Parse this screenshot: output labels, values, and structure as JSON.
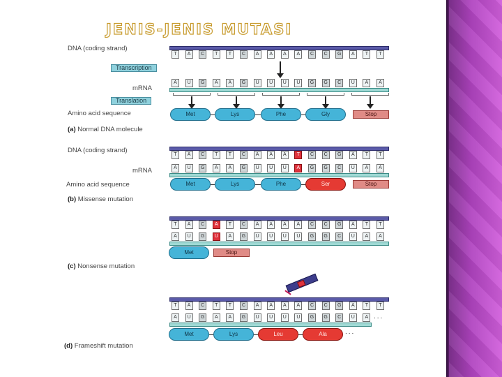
{
  "slide": {
    "title": "JENIS-JENIS MUTASI",
    "accent_panel_color": "#b044c0",
    "title_outline_color": "#c79a2b"
  },
  "diagram": {
    "panel_a": {
      "dna_label": "DNA (coding strand)",
      "transcription_label": "Transcription",
      "mrna_label": "mRNA",
      "translation_label": "Translation",
      "amino_label": "Amino acid sequence",
      "caption_letter": "(a)",
      "caption_text": "Normal DNA molecule",
      "dna_bases": [
        "T",
        "A",
        "C",
        "T",
        "T",
        "C",
        "A",
        "A",
        "A",
        "A",
        "C",
        "C",
        "G",
        "A",
        "T",
        "T"
      ],
      "mrna_bases": [
        "A",
        "U",
        "G",
        "A",
        "A",
        "G",
        "U",
        "U",
        "U",
        "U",
        "G",
        "G",
        "C",
        "U",
        "A",
        "A"
      ],
      "amino_acids": [
        "Met",
        "Lys",
        "Phe",
        "Gly"
      ],
      "stop": "Stop"
    },
    "panel_b": {
      "dna_label": "DNA (coding strand)",
      "mrna_label": "mRNA",
      "amino_label": "Amino acid sequence",
      "caption_letter": "(b)",
      "caption_text": "Missense mutation",
      "dna_bases": [
        "T",
        "A",
        "C",
        "T",
        "T",
        "C",
        "A",
        "A",
        "A",
        "T",
        "C",
        "C",
        "G",
        "A",
        "T",
        "T"
      ],
      "mrna_bases": [
        "A",
        "U",
        "G",
        "A",
        "A",
        "G",
        "U",
        "U",
        "U",
        "A",
        "G",
        "G",
        "C",
        "U",
        "A",
        "A"
      ],
      "mutated_index": 9,
      "amino_acids": [
        "Met",
        "Lys",
        "Phe",
        "Ser"
      ],
      "mutant_amino_index": 3,
      "stop": "Stop"
    },
    "panel_c": {
      "caption_letter": "(c)",
      "caption_text": "Nonsense mutation",
      "dna_bases": [
        "T",
        "A",
        "C",
        "A",
        "T",
        "C",
        "A",
        "A",
        "A",
        "A",
        "C",
        "C",
        "G",
        "A",
        "T",
        "T"
      ],
      "mrna_bases": [
        "A",
        "U",
        "G",
        "U",
        "A",
        "G",
        "U",
        "U",
        "U",
        "U",
        "G",
        "G",
        "C",
        "U",
        "A",
        "A"
      ],
      "mutated_index": 3,
      "amino_acids": [
        "Met"
      ],
      "stop": "Stop"
    },
    "panel_d": {
      "caption_letter": "(d)",
      "caption_text": "Frameshift mutation",
      "dna_bases": [
        "T",
        "A",
        "C",
        "T",
        "T",
        "C",
        "A",
        "A",
        "A",
        "A",
        "C",
        "C",
        "G",
        "A",
        "T",
        "T"
      ],
      "mrna_bases": [
        "A",
        "U",
        "G",
        "A",
        "A",
        "G",
        "U",
        "U",
        "U",
        "U",
        "G",
        "G",
        "C",
        "U",
        "A",
        "A"
      ],
      "amino_acids": [
        "Met",
        "Lys",
        "Leu",
        "Ala"
      ],
      "mutant_from_index": 2,
      "ellipsis": "..."
    }
  }
}
